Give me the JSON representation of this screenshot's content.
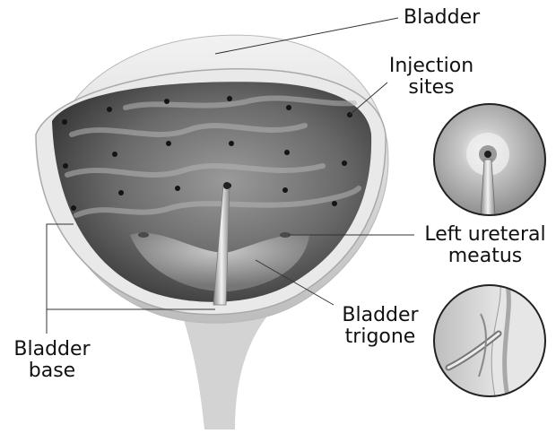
{
  "labels": {
    "bladder": "Bladder",
    "injection_sites": [
      "Injection",
      "sites"
    ],
    "left_ureteral_meatus": [
      "Left ureteral",
      "meatus"
    ],
    "bladder_trigone": [
      "Bladder",
      "trigone"
    ],
    "bladder_base": [
      "Bladder",
      "base"
    ]
  },
  "colors": {
    "background": "#ffffff",
    "text": "#111111",
    "leader_line": "#333333",
    "bladder_wall": "#d6d6d6",
    "interior_dark": "#3d3d3d",
    "interior_light": "#bcbcbc",
    "injection_dot": "#111111"
  },
  "icons": {
    "injection_closeup": "needle-closeup-icon",
    "wall_closeup": "wall-injection-closeup-icon"
  }
}
